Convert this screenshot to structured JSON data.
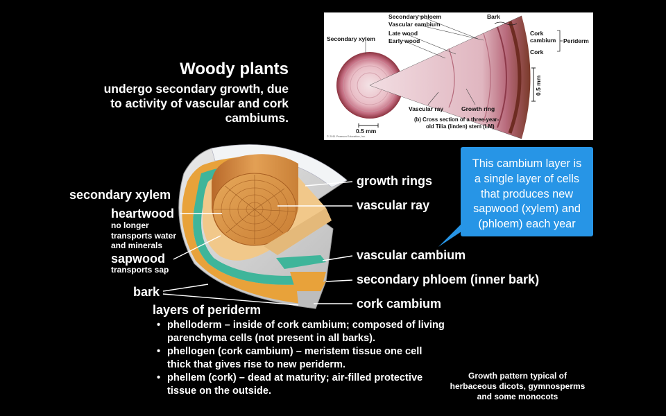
{
  "heading": {
    "title": "Woody plants",
    "subtitle": "undergo secondary growth, due to activity of vascular and cork cambiums."
  },
  "micrograph": {
    "labels": {
      "secondary_phloem": "Secondary phloem",
      "vascular_cambium": "Vascular cambium",
      "late_wood": "Late wood",
      "early_wood": "Early wood",
      "secondary_xylem": "Secondary xylem",
      "bark": "Bark",
      "cork_cambium": "Cork cambium",
      "cork": "Cork",
      "periderm": "Periderm",
      "vascular_ray": "Vascular ray",
      "growth_ring": "Growth ring",
      "scale_left": "0.5 mm",
      "scale_right": "0.5 mm",
      "caption_line1": "(b) Cross section of a three-year-",
      "caption_line2": "old Tilia (linden) stem (LM)",
      "copyright": "© 2011 Pearson Education, Inc."
    }
  },
  "diagram": {
    "left_labels": {
      "secondary_xylem": "secondary xylem",
      "heartwood": "heartwood",
      "heartwood_note": [
        "no longer",
        "transports water",
        "and minerals"
      ],
      "sapwood": "sapwood",
      "sapwood_note": "transports sap",
      "bark": "bark",
      "layers_of_periderm": "layers of periderm"
    },
    "right_labels": {
      "growth_rings": "growth rings",
      "vascular_ray": "vascular ray",
      "vascular_cambium": "vascular cambium",
      "secondary_phloem": "secondary phloem (inner bark)",
      "cork_cambium": "cork cambium"
    },
    "colors": {
      "wood": "#d99a4e",
      "cambium_green": "#3fb59a",
      "phloem_orange": "#e8a23a",
      "bark_gray": "#cfcfcf"
    }
  },
  "callout": {
    "lines": [
      "This cambium layer is",
      "a single layer of cells",
      "that produces new",
      "sapwood (xylem) and",
      "(phloem) each year"
    ],
    "color": "#2795e6"
  },
  "bullets": [
    "phelloderm – inside of cork cambium; composed of living parenchyma cells (not present in all barks).",
    "phellogen (cork cambium) – meristem tissue one cell thick that gives rise to new periderm.",
    "phellem (cork) – dead at maturity; air-filled protective tissue on the outside."
  ],
  "footnote": [
    "Growth pattern typical of",
    "herbaceous dicots, gymnosperms",
    "and some monocots"
  ]
}
